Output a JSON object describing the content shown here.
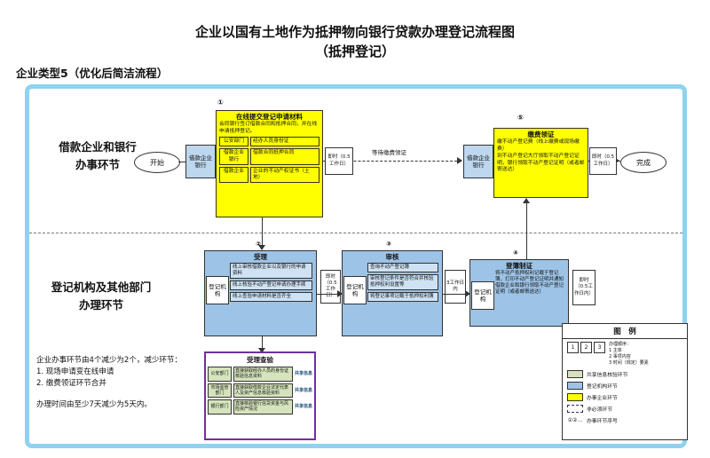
{
  "page": {
    "title_line1": "企业以国有土地作为抵押物向银行贷款办理登记流程图",
    "title_line2": "（抵押登记）",
    "subtitle": "企业类型5（优化后简洁流程）"
  },
  "lanes": {
    "top1": "借款企业和银行",
    "top2": "办事环节",
    "bottom1": "登记机构及其他部门",
    "bottom2": "办理环节"
  },
  "flow": {
    "start": "开始",
    "finish": "完成",
    "wait": "等待缴费领证",
    "time1": "即时（0.5工作日）",
    "time2": "即时（0.5工作日）",
    "time3": "即时（0.5工作日）",
    "time4": "3工作日内",
    "time5": "即时（0.5工作日内）"
  },
  "steps": {
    "submit": {
      "num": "①",
      "actor": "借款企业银行",
      "title": "在线提交登记申请材料",
      "desc": "会同银行签订借款合同和抵押合同，并在线申请抵押登记。",
      "rows": [
        {
          "who": "公安部门",
          "what": "经办人员身份证"
        },
        {
          "who": "借款企业银行",
          "what": "借款合同抵押合同"
        },
        {
          "who": "借款企业",
          "what": "企业的不动产权证书（土地）"
        }
      ]
    },
    "pay": {
      "num": "⑤",
      "actor": "借款企业银行",
      "title": "缴费领证",
      "desc1": "缴不动产登记费（线上缴费或现场缴费）",
      "desc2": "到不动产登记大厅领取不动产登记证明，银行领取不动产登记证明（或者邮寄送达）"
    },
    "accept": {
      "num": "②",
      "actor": "登记机构",
      "title": "受理",
      "items": [
        "线上审核借款企业以及银行的申请资料",
        "线上核验不动产登记申请办理手续",
        "线上查验申请材料是否齐全"
      ]
    },
    "review": {
      "num": "③",
      "actor": "登记机构",
      "title": "审核",
      "items": [
        "查询不动产登记簿",
        "审核登记条件是否符合并核验抵押权利设置等",
        "将登记事项记载于抵押权利簿"
      ]
    },
    "certify": {
      "num": "④",
      "actor": "登记机构",
      "title": "登簿制证",
      "desc": "将不动产抵押权利记载于登记簿，打印不动产登记证明并通知借款企业和银行领取不动产登记证明（或者邮寄送达）"
    }
  },
  "check": {
    "title": "受理查验",
    "rows": [
      {
        "dept": "公安部门",
        "desc": "直接获取经办人员的身份证核验信息资料",
        "tag": "共享信息"
      },
      {
        "dept": "市场监管部门",
        "desc": "直接获取借款企业法定代表人及资产信息核验资料",
        "tag": "共享信息"
      },
      {
        "dept": "银行部门",
        "desc": "直接核验银行信贷资金与风险资产情况",
        "tag": "共享信息"
      }
    ]
  },
  "notes": {
    "l1": "企业办事环节由4个减少为2个，减少环节：",
    "l2": "1. 现场申请变在线申请",
    "l3": "2. 缴费领证环节合并",
    "l4": "办理时间由至少7天减少为5天内。"
  },
  "legend": {
    "title": "图　例",
    "boxes": [
      "1",
      "2",
      "3"
    ],
    "order": [
      "办理顺序：",
      "1 主体",
      "2 事项内容",
      "3 时间（规定）要素"
    ],
    "entries": [
      {
        "label": "共享信息核验环节"
      },
      {
        "label": "登记机构环节"
      },
      {
        "label": "办事企业环节"
      },
      {
        "label": "非必须环节"
      },
      {
        "symbol": "①②…",
        "label": "办事环节序号"
      }
    ]
  },
  "colors": {
    "frame": "#8ed2f0",
    "yellow": "#ffff00",
    "blue": "#9dc3e6",
    "lightblue": "#bdd7ee",
    "itemblue": "#cfe2f3",
    "green": "#d6e3bc",
    "purple": "#7030a0"
  }
}
